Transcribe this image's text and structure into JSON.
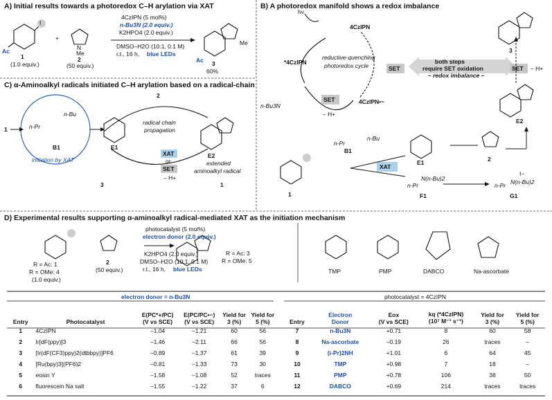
{
  "panelA": {
    "title": "A) Initial results towards a photoredox C–H arylation via XAT",
    "cond1": "4CzIPN (5 mol%)",
    "cond2": "n-Bu3N (2.0 equiv.)",
    "cond3": "K2HPO4 (2.0 equiv.)",
    "cond4": "DMSO–H2O (10:1, 0.1 M)",
    "cond5a": "r.t., 16 h,",
    "cond5b": "blue LEDs",
    "sm1_num": "1",
    "sm1_eq": "(1.0 equiv.)",
    "sm2_num": "2",
    "sm2_eq": "(50 equiv.)",
    "prod_num": "3",
    "prod_yield": "60%",
    "ac": "Ac",
    "me": "Me",
    "plus": "+",
    "iodo": "I",
    "n": "N"
  },
  "panelB": {
    "title": "B) A photoredox manifold shows a redox imbalance",
    "hv": "hν",
    "cat": "4CzIPN",
    "cat_star": "*4CzIPN",
    "cat_red": "4CzIPN•−",
    "cycle1": "reductive-quenching",
    "cycle2": "photoredox cycle",
    "set": "SET",
    "amine": "n-Bu3N",
    "mh": "– H+",
    "imb1": "both steps",
    "imb2": "require SET oxidation",
    "imb3": "– redox imbalance –",
    "b1": "B1",
    "e1": "E1",
    "e2": "E2",
    "f1": "F1",
    "g1": "G1",
    "xat": "XAT",
    "prod": "3",
    "n2": "2",
    "sm1": "1",
    "npr": "n-Pr",
    "nbu": "n-Bu",
    "nbu2": "N(n-Bu)2",
    "iodide": "I−"
  },
  "panelC": {
    "title": "C) α-Aminoalkyl radicals initiated C–H arylation based on a radical-chain",
    "init": "initiation by XAT",
    "b1": "B1",
    "e1": "E1",
    "e2": "E2",
    "chain1": "radical chain",
    "chain2": "propagation",
    "ext1": "extended",
    "ext2": "aminoalkyl radical",
    "xat": "XAT",
    "or": "or",
    "set": "SET",
    "mh": "– H+",
    "n1": "1",
    "n2": "2",
    "n3": "3",
    "npr": "n-Pr",
    "nbu": "n-Bu"
  },
  "panelD": {
    "title": "D) Experimental results supporting α-aminoalkyl radical-mediated XAT as the initiation mechanism",
    "cond1": "photocatalyst (5 mol%)",
    "cond2": "electron donor (2.0 equiv.)",
    "cond3": "K2HPO4 (2.0 equiv.)",
    "cond4": "DMSO–H2O (10:1, 0.1 M)",
    "cond5a": "r.t., 16 h,",
    "cond5b": "blue LEDs",
    "r1": "R = Ac: 1",
    "r2": "R = OMe: 4",
    "r3": "(1.0 equiv.)",
    "pyr_num": "2",
    "pyr_eq": "(50 equiv.)",
    "p1": "R = Ac: 3",
    "p2": "R = OMe: 5",
    "donors": [
      "TMP",
      "PMP",
      "DABCO",
      "Na-ascorbate"
    ]
  },
  "table": {
    "left_caption": "electron donor = n-Bu3N",
    "right_caption": "photocatalyst = 4CzIPN",
    "left_headers": [
      "Entry",
      "Photocatalyst",
      "E(PC*+/PC)\n(V vs SCE)",
      "E(PC/PC•−)\n(V vs SCE)",
      "Yield for\n3 (%)",
      "Yield for\n5 (%)"
    ],
    "right_headers": [
      "Entry",
      "Electron\nDonor",
      "Eox\n(V vs SCE)",
      "kq (*4CzIPN)\n(10⁷ M⁻¹ s⁻¹)",
      "Yield for\n3 (%)",
      "Yield for\n5 (%)"
    ],
    "left_rows": [
      [
        "1",
        "4CzIPN",
        "–1.04",
        "–1.21",
        "60",
        "56"
      ],
      [
        "2",
        "Ir[dF(ppy)]3",
        "–1.46",
        "–2.11",
        "66",
        "56"
      ],
      [
        "3",
        "[Ir(dF(CF3)ppy)2(dtbbpy)]PF6",
        "–0.89",
        "–1.37",
        "61",
        "39"
      ],
      [
        "4",
        "[Ru(bpy)3](PF6)2",
        "–0.81",
        "–1.33",
        "73",
        "30"
      ],
      [
        "5",
        "eosin Y",
        "–1.58",
        "–1.08",
        "52",
        "traces"
      ],
      [
        "6",
        "fluorescein Na salt",
        "–1.55",
        "–1.22",
        "37",
        "6"
      ]
    ],
    "right_rows": [
      [
        "7",
        "n-Bu3N",
        "+0.71",
        "8",
        "60",
        "58"
      ],
      [
        "8",
        "Na-ascorbate",
        "–0.19",
        "26",
        "traces",
        "–"
      ],
      [
        "9",
        "(i-Pr)2NH",
        "+1.01",
        "6",
        "64",
        "45"
      ],
      [
        "10",
        "TMP",
        "+0.98",
        "7",
        "18",
        "–"
      ],
      [
        "11",
        "PMP",
        "+0.78",
        "106",
        "38",
        "50"
      ],
      [
        "12",
        "DABCO",
        "+0.69",
        "214",
        "traces",
        "traces"
      ]
    ]
  }
}
